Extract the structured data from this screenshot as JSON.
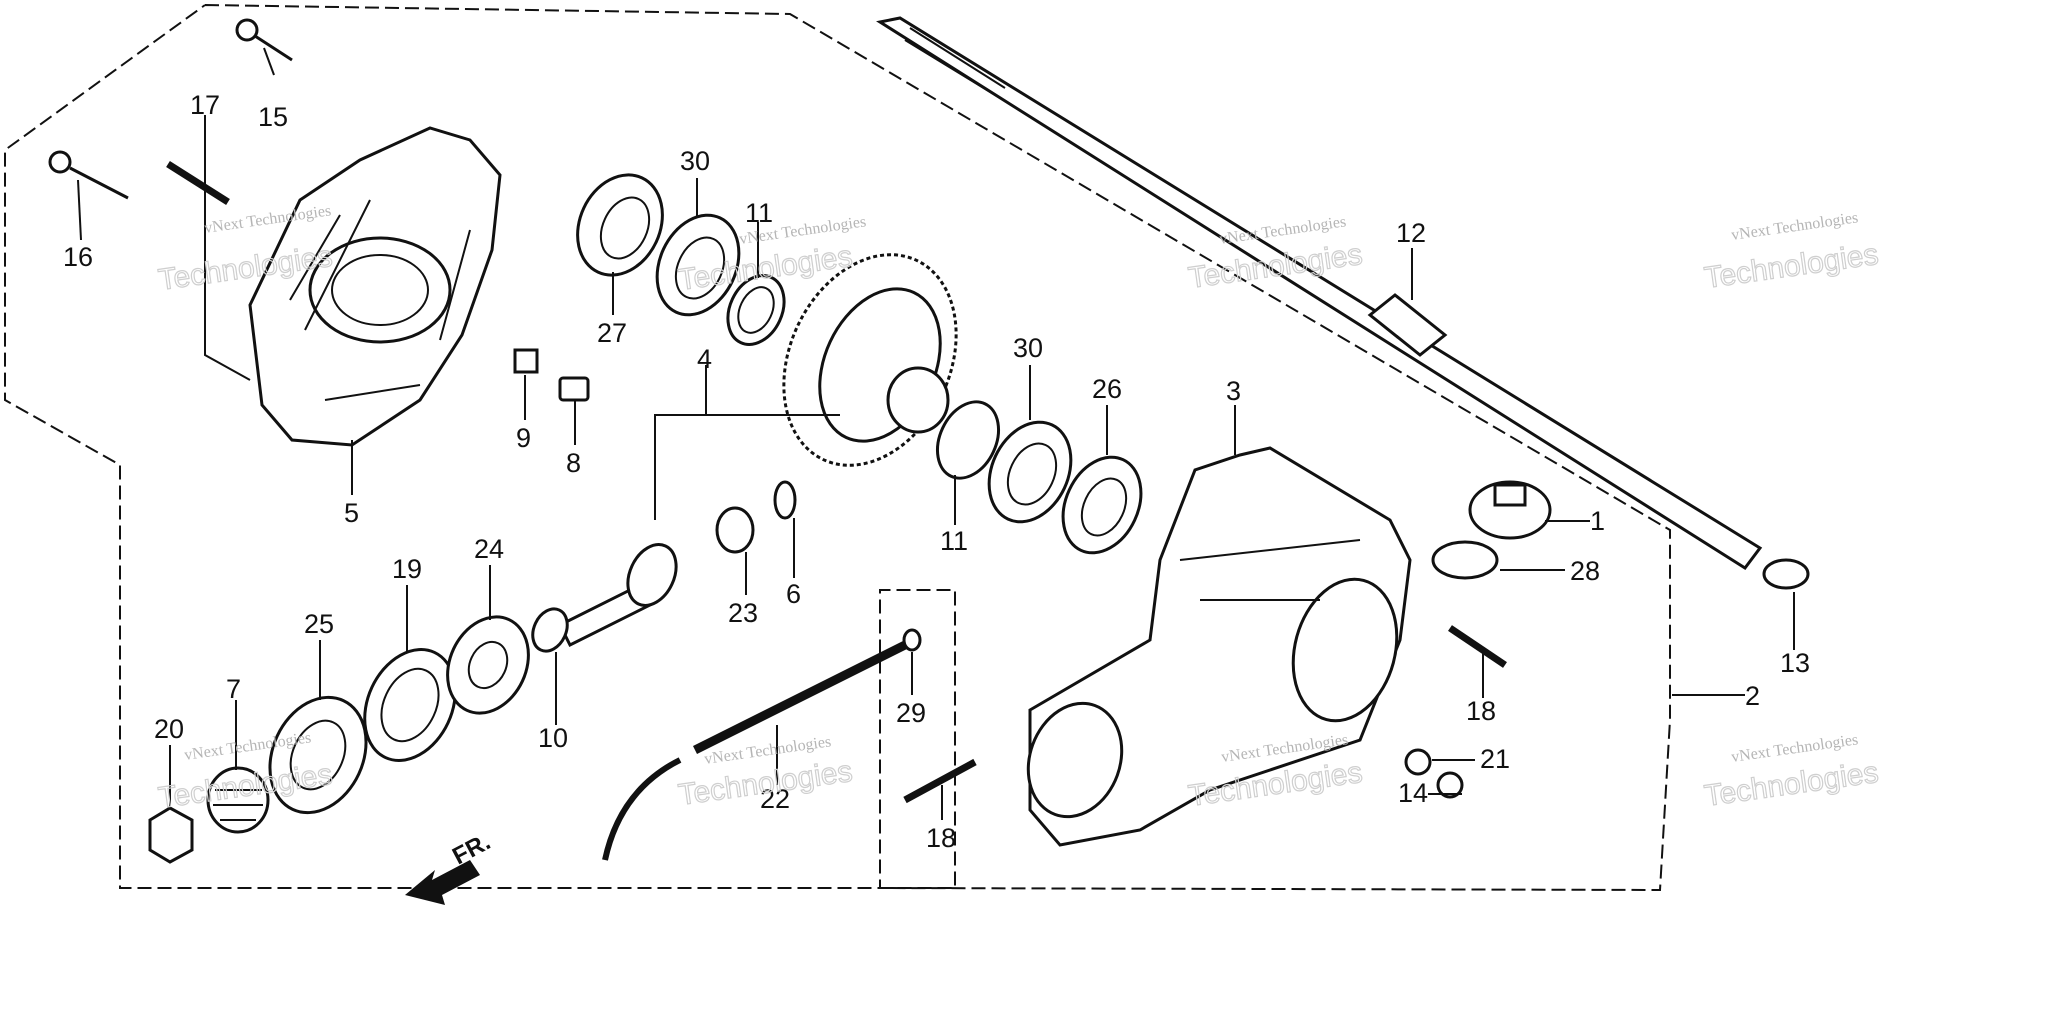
{
  "diagram": {
    "part_labels": [
      "1",
      "2",
      "3",
      "4",
      "5",
      "6",
      "7",
      "8",
      "9",
      "10",
      "11",
      "11",
      "12",
      "13",
      "14",
      "15",
      "16",
      "17",
      "18",
      "18",
      "19",
      "20",
      "21",
      "22",
      "23",
      "24",
      "25",
      "26",
      "27",
      "28",
      "29",
      "30",
      "30"
    ],
    "front_marker": "FR.",
    "watermark": {
      "line1": "vNext Technologies",
      "line2": "Technologies"
    }
  }
}
